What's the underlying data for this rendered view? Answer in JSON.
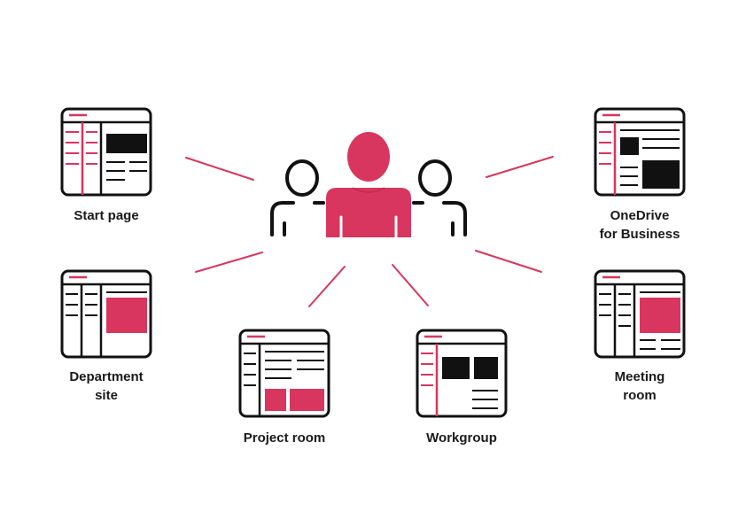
{
  "colors": {
    "accent": "#d8365e",
    "ink": "#111111",
    "background": "#ffffff"
  },
  "center": {
    "icon": "people-group-icon"
  },
  "nodes": {
    "start_page": {
      "line1": "Start page",
      "line2": ""
    },
    "department_site": {
      "line1": "Department",
      "line2": "site"
    },
    "project_room": {
      "line1": "Project room",
      "line2": ""
    },
    "workgroup": {
      "line1": "Workgroup",
      "line2": ""
    },
    "onedrive": {
      "line1": "OneDrive",
      "line2": "for Business"
    },
    "meeting_room": {
      "line1": "Meeting",
      "line2": "room"
    }
  }
}
